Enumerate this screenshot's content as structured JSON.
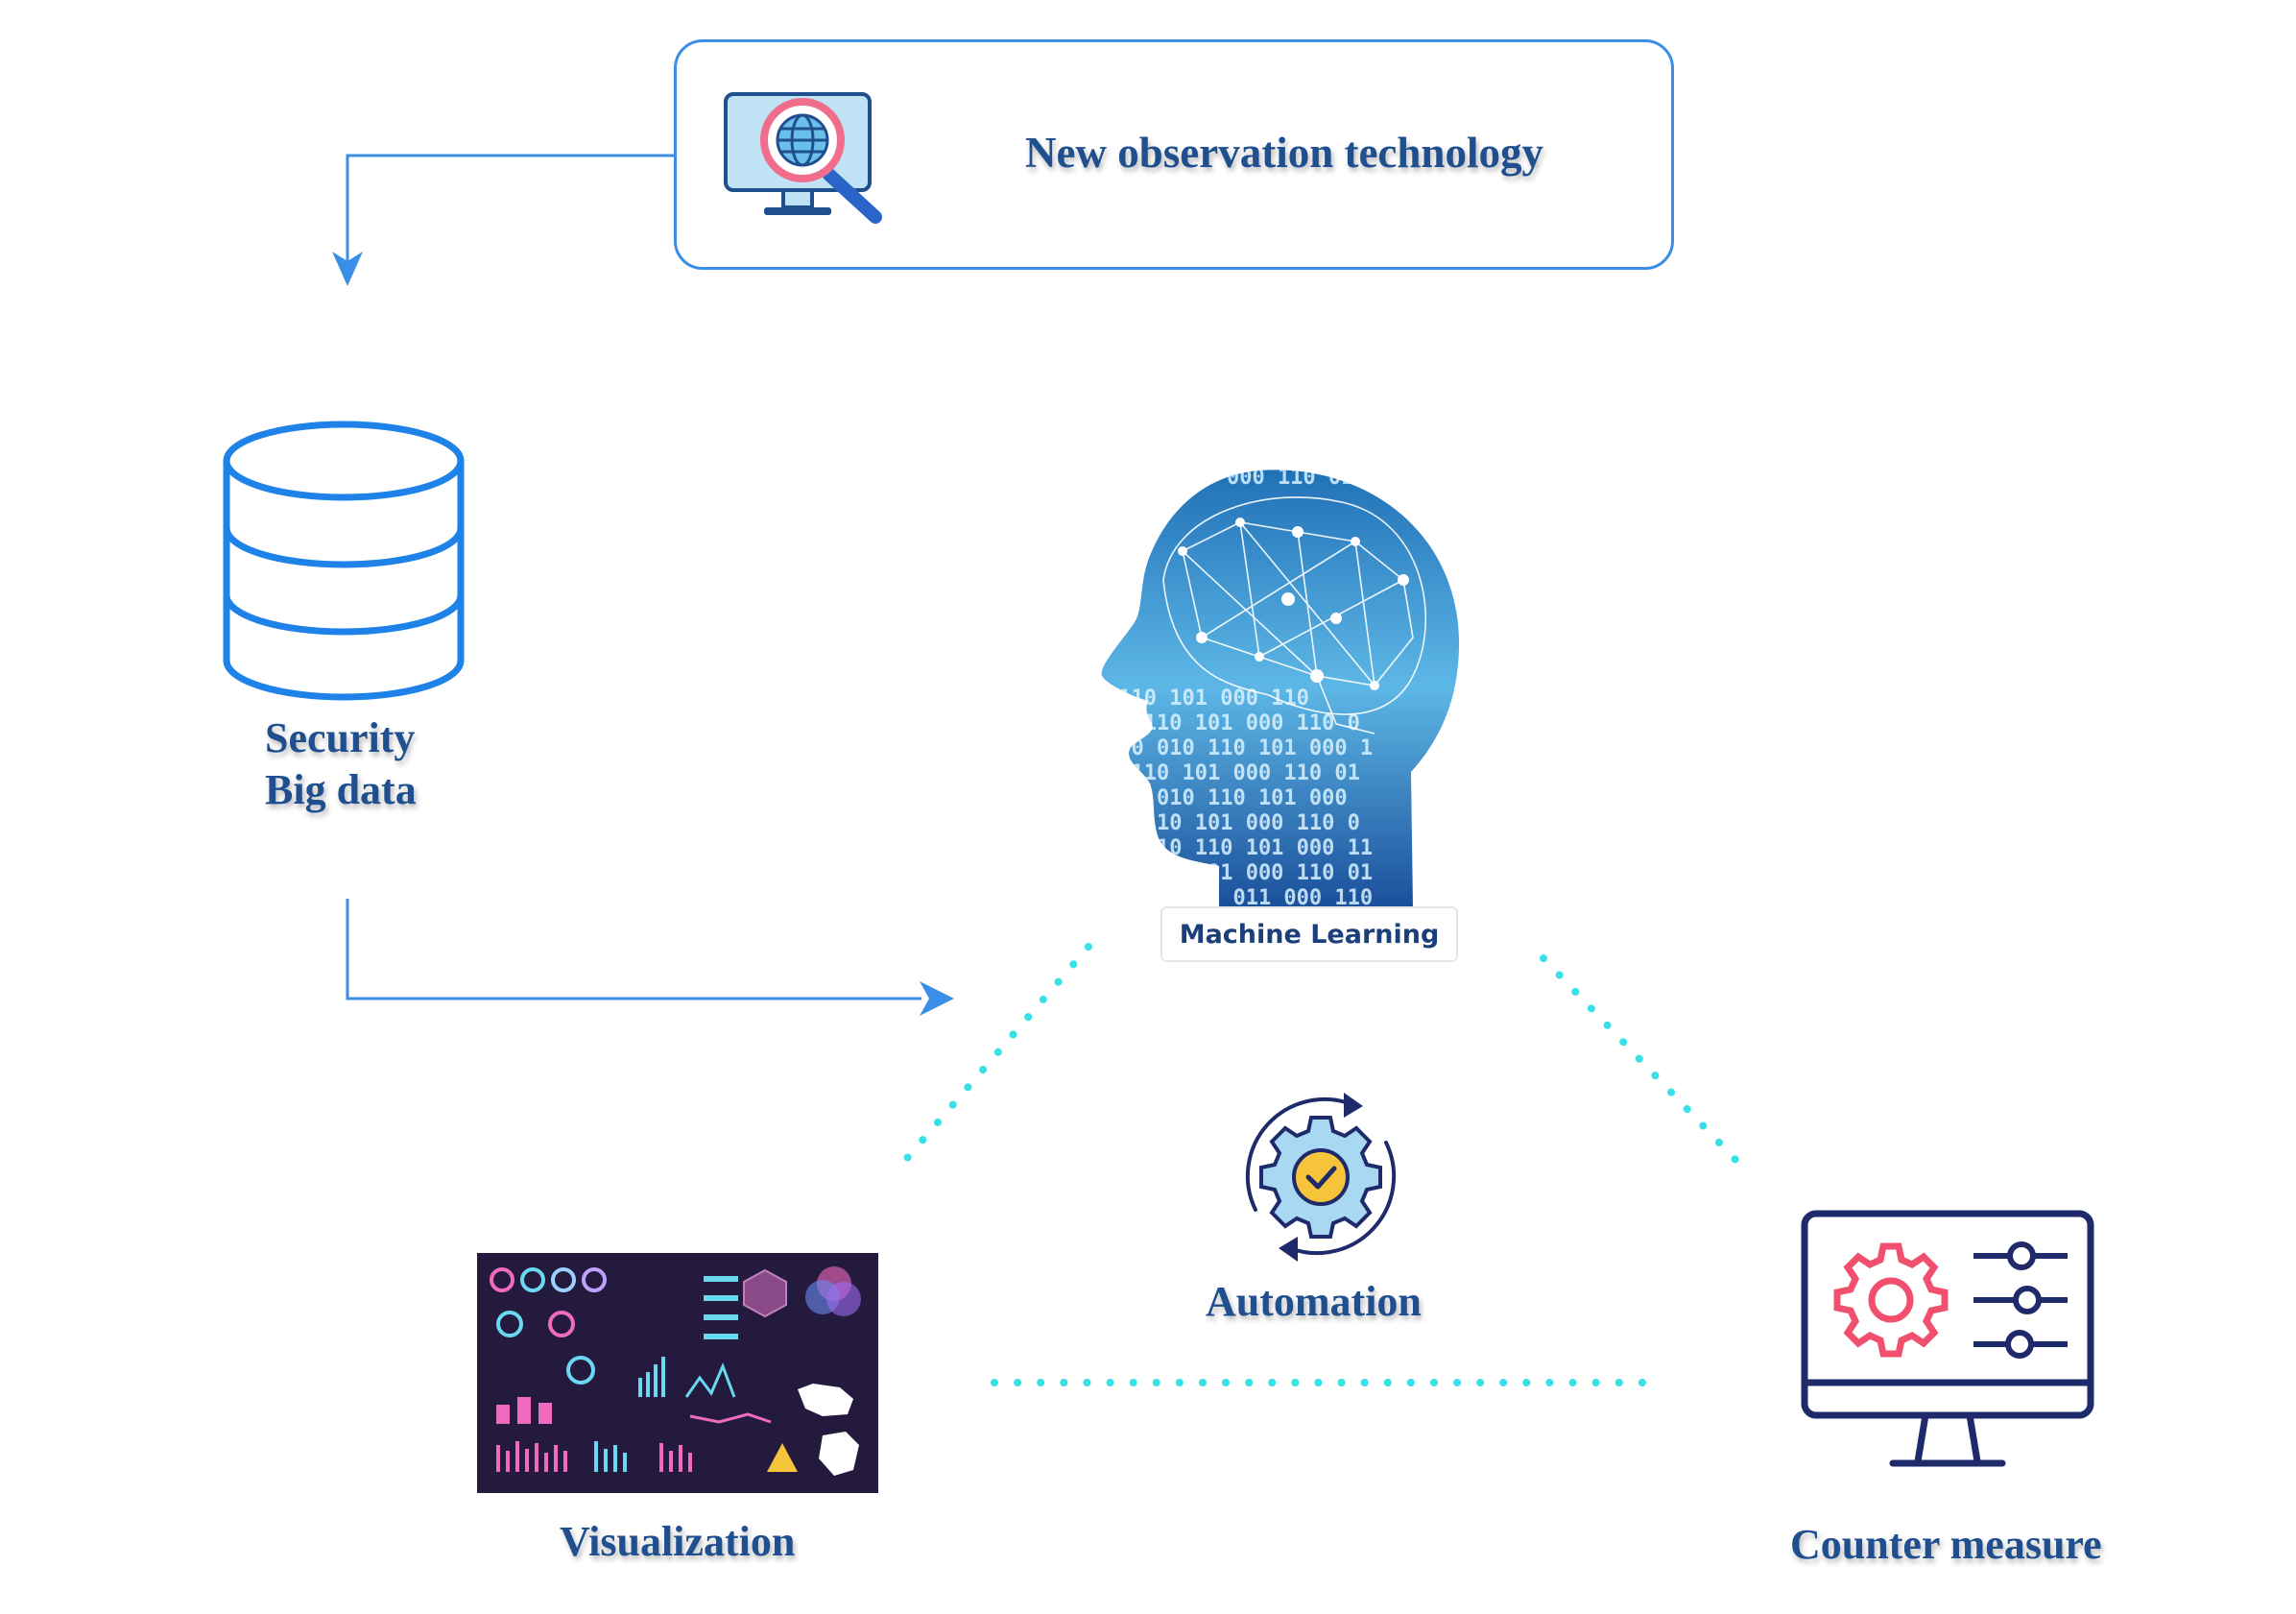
{
  "nodes": {
    "observation": {
      "label": "New observation technology",
      "icon": "monitor-globe-search-icon"
    },
    "security": {
      "label_line1": "Security",
      "label_line2": "Big data",
      "icon": "database-icon"
    },
    "machine_learning": {
      "label": "Machine Learning",
      "icon": "ai-head-brain-icon"
    },
    "automation": {
      "label": "Automation",
      "icon": "gear-check-cycle-icon"
    },
    "visualization": {
      "label": "Visualization",
      "icon": "dashboard-charts-icon"
    },
    "counter_measure": {
      "label": "Counter measure",
      "icon": "monitor-settings-sliders-icon"
    }
  },
  "colors": {
    "label_text": "#1f4f8f",
    "arrow": "#3b8ee8",
    "dotted": "#38e0e8",
    "head_blue": "#2a7fc4",
    "counter_pink": "#f0506e",
    "counter_navy": "#1f2a6b"
  },
  "edges": [
    {
      "from": "observation",
      "to": "security",
      "style": "arrow"
    },
    {
      "from": "security",
      "to": "machine_learning",
      "style": "arrow"
    },
    {
      "from": "machine_learning",
      "to": "visualization",
      "style": "dotted"
    },
    {
      "from": "machine_learning",
      "to": "counter_measure",
      "style": "dotted"
    },
    {
      "from": "visualization",
      "to": "counter_measure",
      "style": "dotted"
    }
  ]
}
